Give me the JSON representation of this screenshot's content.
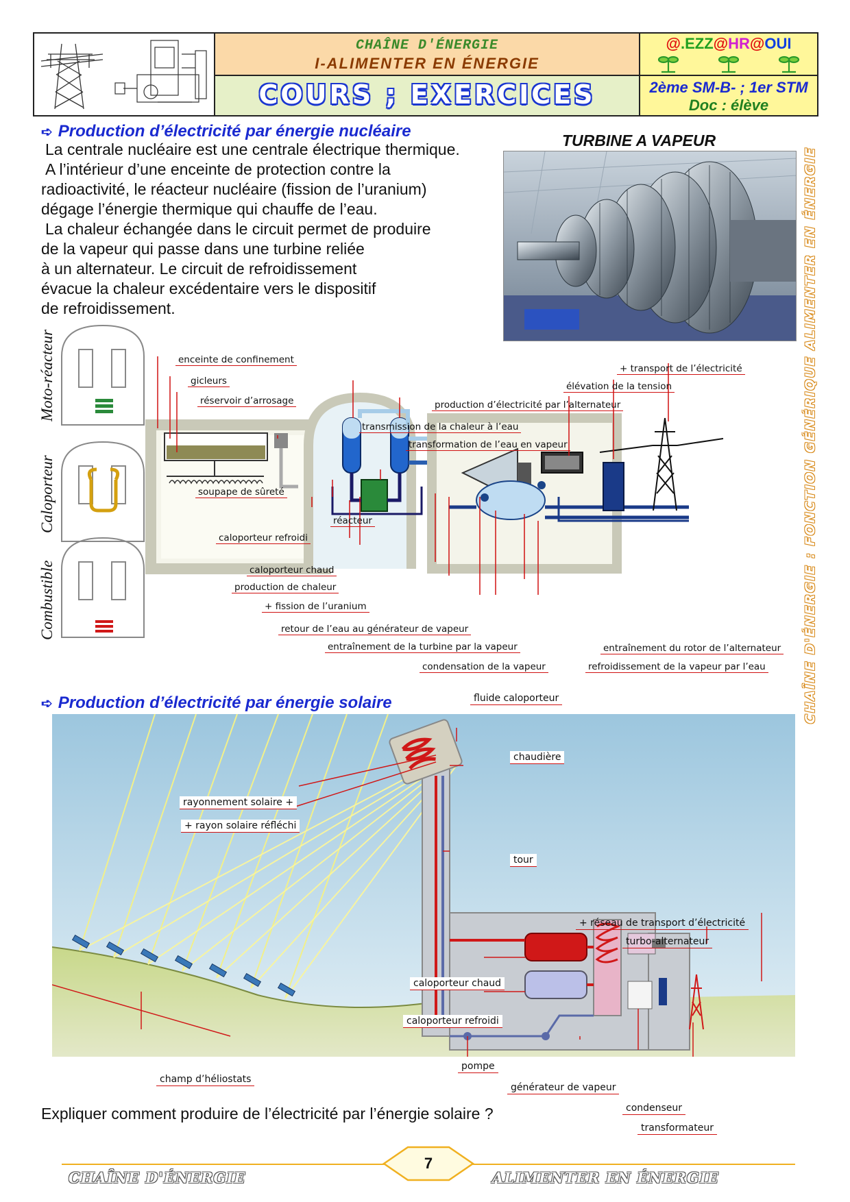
{
  "header": {
    "chain_title": "CHAÎNE D'ÉNERGIE",
    "subtitle": "I-ALIMENTER EN ÉNERGIE",
    "banner": "COURS ; EXERCICES",
    "brand": {
      "p1": "@",
      "p2": ".EZZ",
      "p3": "@",
      "p4": "HR",
      "p5": "@",
      "p6": "OUI"
    },
    "level": "2ème SM-B- ; 1er STM",
    "doc": "Doc : élève"
  },
  "side_banner": "CHAÎNE D'ÉNERGIE : FONCTION GÉNÉRIQUE ALIMENTER EN ÉNERGIE",
  "nuclear": {
    "title": "Production d’électricité par énergie nucléaire",
    "paragraph": [
      "La centrale nucléaire est une centrale électrique thermique.",
      "A l’intérieur d’une enceinte de protection contre la",
      "radioactivité, le réacteur nucléaire (fission de l’uranium)",
      "dégage l’énergie thermique qui chauffe de l’eau.",
      "La chaleur échangée dans le circuit permet de produire",
      "de la vapeur qui passe dans une turbine reliée",
      "à un alternateur. Le circuit de refroidissement",
      "évacue la chaleur excédentaire vers le dispositif",
      "de refroidissement."
    ],
    "turbine_caption": "TURBINE A VAPEUR",
    "side_labels": [
      "Moto-réacteur",
      "Caloporteur",
      "Combustible"
    ],
    "labels": {
      "enceinte": "enceinte de confinement",
      "gicleurs": "gicleurs",
      "reservoir": "réservoir d’arrosage",
      "transport": "+ transport de l’électricité",
      "elevation": "élévation de la tension",
      "production_alt": "production d’électricité par l’alternateur",
      "transmission": "transmission de la chaleur à l’eau",
      "transformation": "transformation de l’eau en vapeur",
      "soupape": "soupape de sûreté",
      "reacteur": "réacteur",
      "calo_froid": "caloporteur refroidi",
      "calo_chaud": "caloporteur chaud",
      "prod_chaleur": "production de chaleur",
      "fission": "+ fission de l’uranium",
      "retour": "retour de l’eau au générateur de vapeur",
      "entrainement_turbine": "entraînement de la turbine par la vapeur",
      "condensation": "condensation de la vapeur",
      "entrainement_rotor": "entraînement du rotor de l’alternateur",
      "refroidissement": "refroidissement de la vapeur par l’eau"
    }
  },
  "solar": {
    "title": "Production d’électricité par énergie solaire",
    "labels": {
      "fluide": "fluide caloporteur",
      "chaudiere": "chaudière",
      "rayonnement": "rayonnement solaire +",
      "rayon_reflechi": "+ rayon solaire réfléchi",
      "tour": "tour",
      "reseau": "+ réseau de transport d’électricité",
      "turbo": "turbo-alternateur",
      "calo_chaud": "caloporteur chaud",
      "calo_froid": "caloporteur refroidi",
      "pompe": "pompe",
      "champ": "champ d’héliostats",
      "generateur": "générateur de vapeur",
      "condenseur": "condenseur",
      "transformateur": "transformateur"
    },
    "question": "Expliquer comment produire de l’électricité par l’énergie solaire ?"
  },
  "footer": {
    "page": "7",
    "left": "CHAÎNE D'ÉNERGIE",
    "right": "ALIMENTER EN ÉNERGIE"
  }
}
